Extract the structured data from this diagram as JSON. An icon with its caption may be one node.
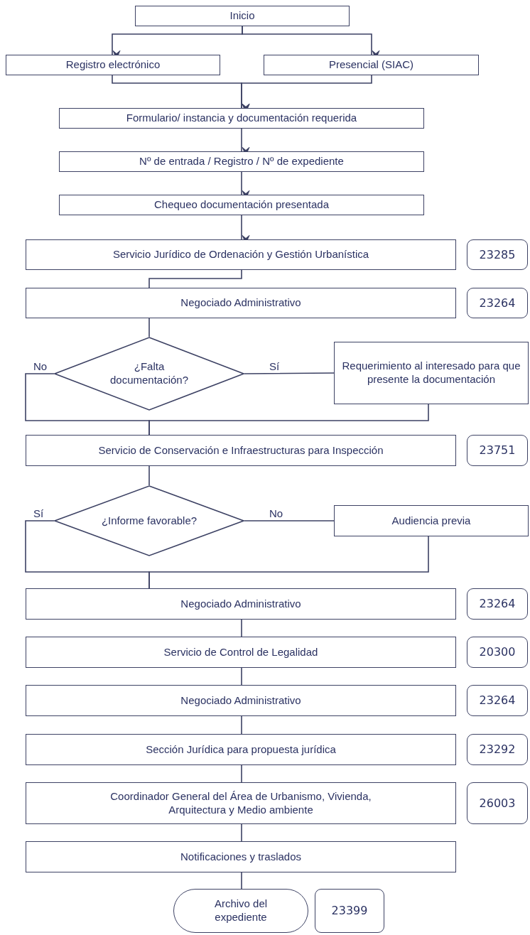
{
  "diagram": {
    "nodes": [
      {
        "text": [
          "Inicio"
        ]
      },
      {
        "text": [
          "Registro electrónico"
        ]
      },
      {
        "text": [
          "Presencial (SIAC)"
        ]
      },
      {
        "text": [
          "Formulario/ instancia y documentación requerida"
        ]
      },
      {
        "text": [
          "Nº de entrada / Registro / Nº de expediente"
        ]
      },
      {
        "text": [
          "Chequeo documentación presentada"
        ]
      },
      {
        "text": [
          "Servicio Jurídico de Ordenación y Gestión Urbanística"
        ]
      },
      {
        "text": [
          "23285"
        ]
      },
      {
        "text": [
          "Negociado Administrativo"
        ]
      },
      {
        "text": [
          "23264"
        ]
      },
      {
        "text": [
          "¿Falta documentación?"
        ]
      },
      {
        "text": [
          "Requerimiento al interesado para que presente la documentación"
        ]
      },
      {
        "text": [
          "Servicio de Conservación e Infraestructuras para Inspección"
        ]
      },
      {
        "text": [
          "23751"
        ]
      },
      {
        "text": [
          "¿Informe favorable?"
        ]
      },
      {
        "text": [
          "Audiencia previa"
        ]
      },
      {
        "text": [
          "Negociado Administrativo"
        ]
      },
      {
        "text": [
          "23264"
        ]
      },
      {
        "text": [
          "Servicio de Control de Legalidad"
        ]
      },
      {
        "text": [
          "20300"
        ]
      },
      {
        "text": [
          "Negociado Administrativo"
        ]
      },
      {
        "text": [
          "23264"
        ]
      },
      {
        "text": [
          "Sección Jurídica para propuesta jurídica"
        ]
      },
      {
        "text": [
          "23292"
        ]
      },
      {
        "text": [
          "Coordinador General del Área de Urbanismo, Vivienda, Arquitectura y Medio ambiente"
        ]
      },
      {
        "text": [
          "26003"
        ]
      },
      {
        "text": [
          "Notificaciones y traslados"
        ]
      },
      {
        "text": [
          "Archivo del expediente"
        ]
      },
      {
        "text": [
          "23399"
        ]
      }
    ],
    "edges": [
      {
        "from": 0,
        "to": 1,
        "arrow": "to"
      },
      {
        "from": 0,
        "to": 2,
        "arrow": "to"
      },
      {
        "from": 1,
        "to": 3,
        "arrow": "to"
      },
      {
        "from": 2,
        "to": 3,
        "arrow": "to"
      },
      {
        "from": 3,
        "to": 4,
        "arrow": "to"
      },
      {
        "from": 4,
        "to": 5,
        "arrow": "to"
      },
      {
        "from": 5,
        "to": 6,
        "arrow": "to"
      },
      {
        "from": 6,
        "to": 8,
        "arrow": "none"
      },
      {
        "from": 8,
        "to": 10,
        "arrow": "none"
      },
      {
        "from": 10,
        "to": 11,
        "arrow": "none",
        "label": "Sí"
      },
      {
        "from": 10,
        "to": 12,
        "arrow": "none",
        "label": "No"
      },
      {
        "from": 11,
        "to": 12,
        "arrow": "none"
      },
      {
        "from": 12,
        "to": 14,
        "arrow": "none"
      },
      {
        "from": 14,
        "to": 15,
        "arrow": "none",
        "label": "No"
      },
      {
        "from": 14,
        "to": 16,
        "arrow": "none",
        "label": "Sí"
      },
      {
        "from": 15,
        "to": 16,
        "arrow": "none"
      },
      {
        "from": 16,
        "to": 18,
        "arrow": "none"
      },
      {
        "from": 18,
        "to": 20,
        "arrow": "none"
      },
      {
        "from": 20,
        "to": 22,
        "arrow": "none"
      },
      {
        "from": 22,
        "to": 24,
        "arrow": "none"
      },
      {
        "from": 24,
        "to": 26,
        "arrow": "none"
      },
      {
        "from": 26,
        "to": 27,
        "arrow": "none"
      }
    ]
  }
}
